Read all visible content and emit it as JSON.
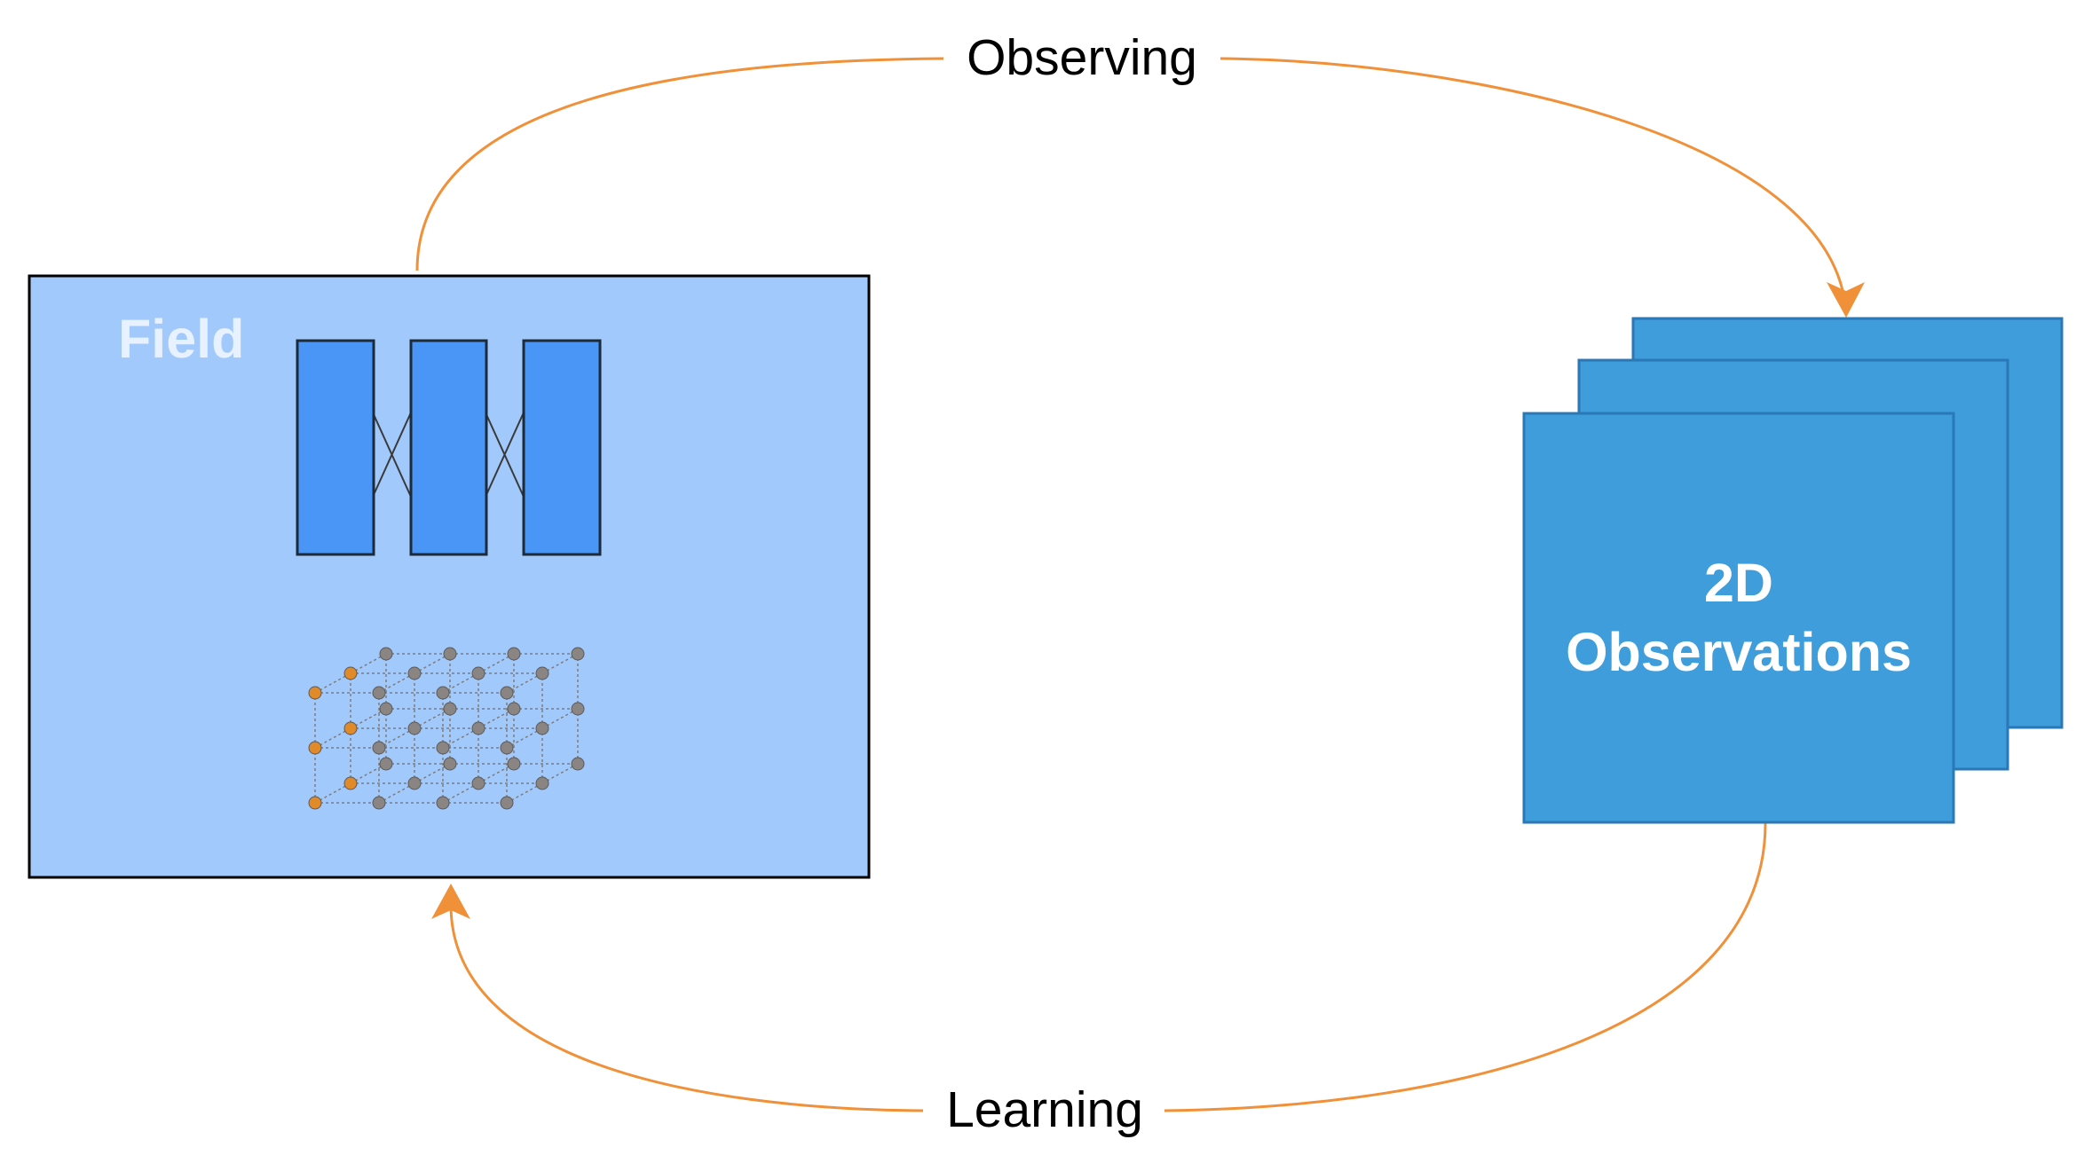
{
  "arrows": {
    "top_label": "Observing",
    "bottom_label": "Learning"
  },
  "field": {
    "label": "Field"
  },
  "observations": {
    "line1": "2D",
    "line2": "Observations"
  },
  "colors": {
    "arrow": "#f0913a",
    "field_fill": "#a2c9fb",
    "field_border": "#000000",
    "network_block": "#4a96f7",
    "observation_card": "#3f9ddc",
    "observation_border": "#2a78b5",
    "atom_gray": "#8a8582",
    "atom_orange": "#e08a2a"
  }
}
